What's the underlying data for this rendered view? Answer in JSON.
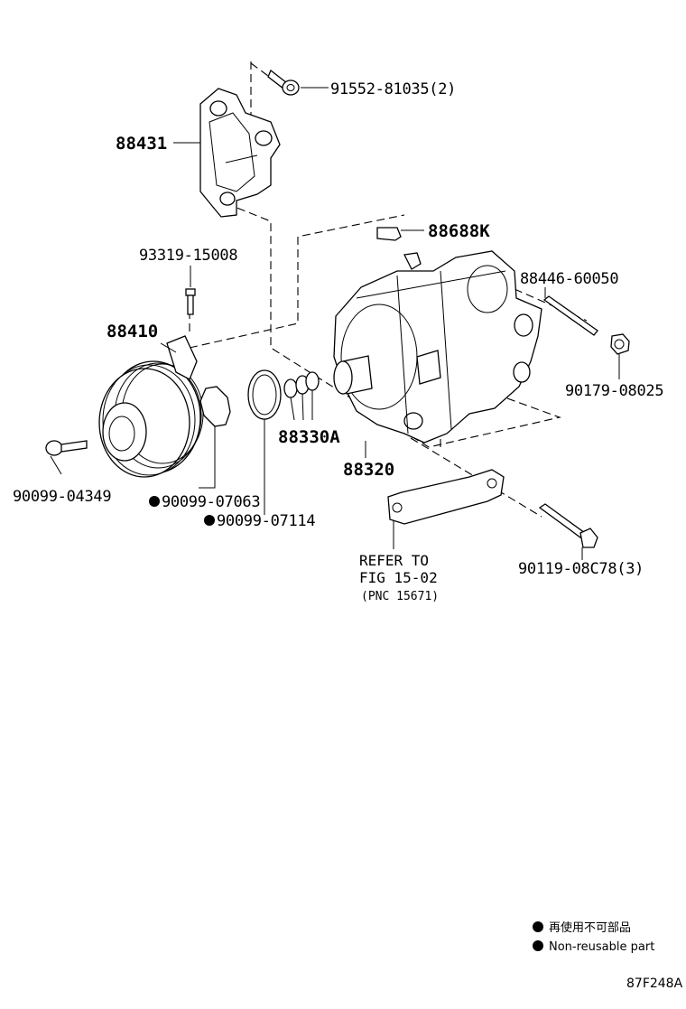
{
  "diagram": {
    "parts": {
      "bolt_top": "91552-81035(2)",
      "bracket": "88431",
      "screw": "93319-15008",
      "clutch": "88410",
      "bolt_clutch": "90099-04349",
      "shim": "90099-07063",
      "snap_ring": "90099-07114",
      "orings": "88330A",
      "compressor": "88320",
      "label_k": "88688K",
      "stud": "88446-60050",
      "nut": "90179-08025",
      "bolt_mount": "90119-08C78(3)"
    },
    "refer": {
      "line1": "REFER TO",
      "line2": "FIG 15-02",
      "line3": "(PNC 15671)"
    },
    "legend": {
      "line1": "再使用不可部品",
      "line2": "Non-reusable part"
    },
    "figure_code": "87F248A"
  }
}
